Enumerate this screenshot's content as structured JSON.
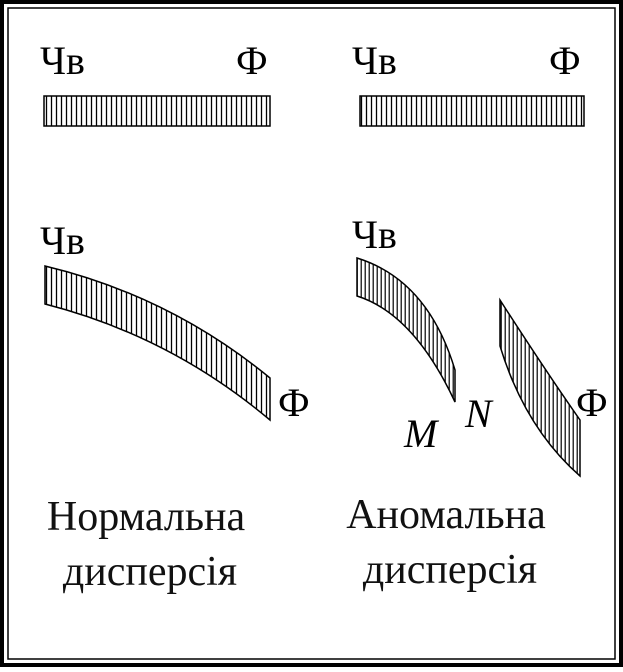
{
  "labels": {
    "violet": "Чв",
    "purple": "Ф",
    "point_m": "M",
    "point_n": "N"
  },
  "captions": {
    "normal": [
      "Нормальна",
      "дисперсія"
    ],
    "anomalous": [
      "Аномальна",
      "дисперсія"
    ]
  },
  "colors": {
    "ink": "#000000",
    "background": "#ffffff"
  }
}
